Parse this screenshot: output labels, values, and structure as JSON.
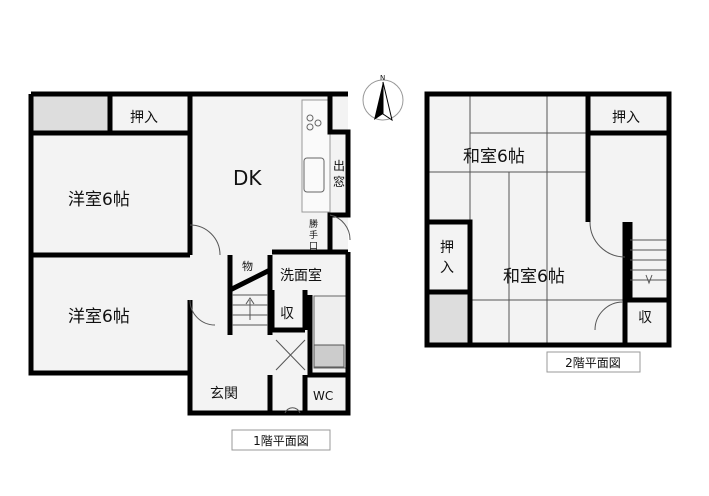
{
  "floor1": {
    "caption": "1階平面図",
    "rooms": {
      "western_room_top": "洋室6帖",
      "western_room_bottom": "洋室6帖",
      "closet": "押入",
      "dk": "DK",
      "bay_window": [
        "出",
        "窓"
      ],
      "service_door": [
        "勝",
        "手",
        "口"
      ],
      "storage_small": "物",
      "washroom": "洗面室",
      "storage": "収",
      "entrance": "玄関",
      "wc": "WC"
    }
  },
  "floor2": {
    "caption": "2階平面図",
    "rooms": {
      "japanese_room_top": "和室6帖",
      "japanese_room_bottom": "和室6帖",
      "closet_top": "押入",
      "closet_left": [
        "押",
        "入"
      ],
      "storage": "収"
    }
  },
  "compass": {
    "label": "N"
  }
}
